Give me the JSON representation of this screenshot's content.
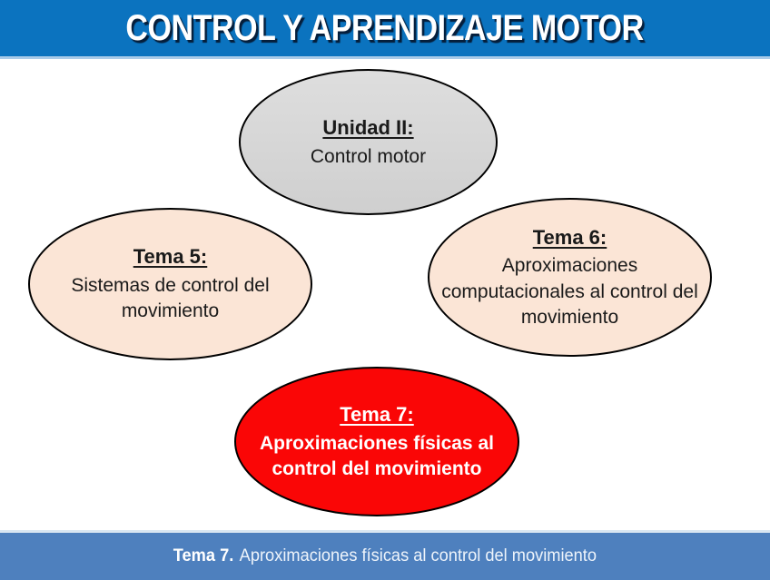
{
  "slide": {
    "title": "CONTROL Y APRENDIZAJE MOTOR"
  },
  "nodes": {
    "unidad": {
      "heading": "Unidad II:",
      "lines": [
        "Control motor"
      ]
    },
    "tema5": {
      "heading": "Tema 5:",
      "lines": [
        "Sistemas de control del",
        "movimiento"
      ]
    },
    "tema6": {
      "heading": "Tema 6:",
      "lines": [
        "Aproximaciones",
        "computacionales al control del",
        "movimiento"
      ]
    },
    "tema7": {
      "heading": "Tema 7:",
      "lines": [
        "Aproximaciones físicas al",
        "control del movimiento"
      ]
    }
  },
  "footer": {
    "prefix": "Tema 7.",
    "text": "Aproximaciones físicas al control del movimiento"
  },
  "colors": {
    "header_blue": "#0b73bf",
    "header_separator": "#a9cbe9",
    "footer_blue": "#4e80be",
    "footer_separator": "#d9e6f2",
    "node_gray": "#d6d6d6",
    "node_peach": "#fbe5d6",
    "node_red": "#fa0606",
    "outline_black": "#000000",
    "text_white": "#ffffff",
    "text_dark": "#1a1a1a"
  }
}
